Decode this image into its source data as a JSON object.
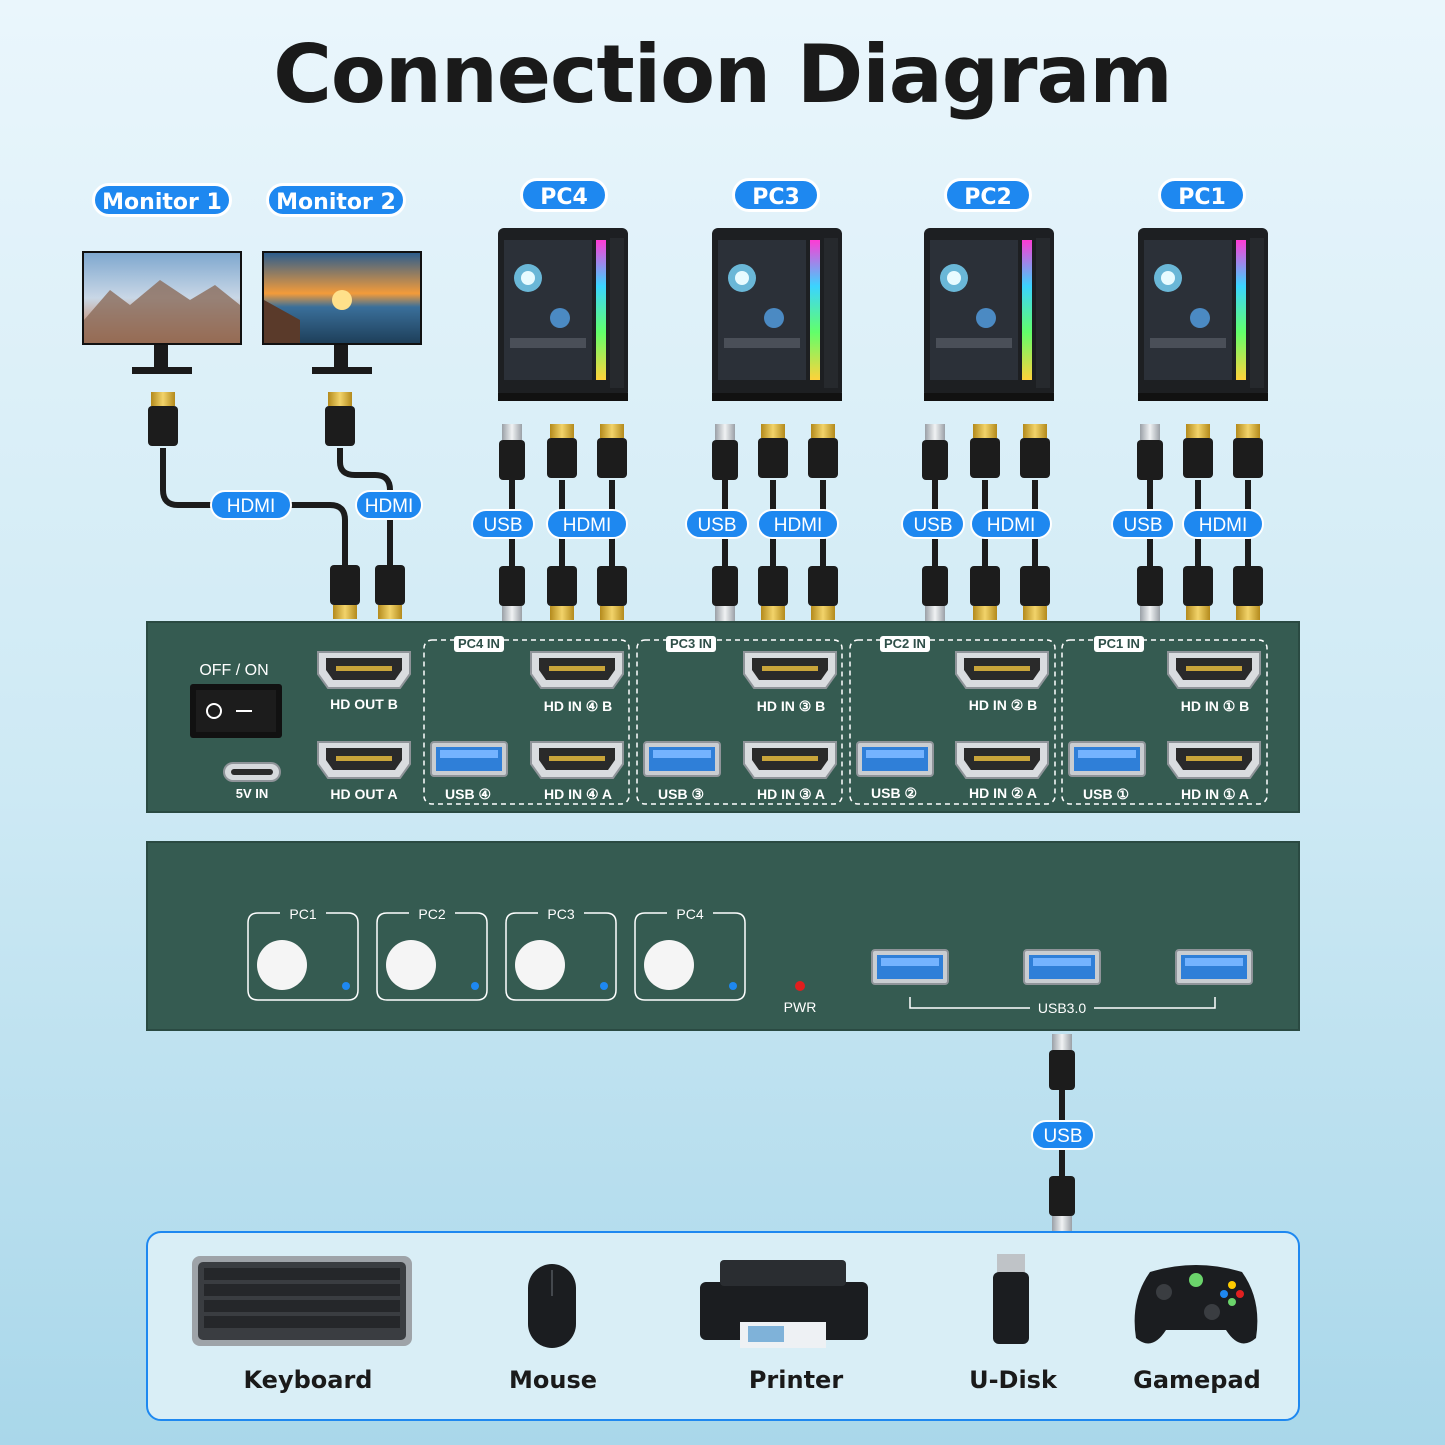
{
  "title": "Connection Diagram",
  "monitors": [
    {
      "label": "Monitor 1"
    },
    {
      "label": "Monitor 2"
    }
  ],
  "pcs": [
    {
      "label": "PC4"
    },
    {
      "label": "PC3"
    },
    {
      "label": "PC2"
    },
    {
      "label": "PC1"
    }
  ],
  "cables": {
    "hdmi": "HDMI",
    "usb": "USB"
  },
  "front_panel": {
    "power_label": "OFF / ON",
    "power_in": "5V IN",
    "hd_out_b": "HD OUT B",
    "hd_out_a": "HD OUT A",
    "groups": [
      {
        "title": "PC4 IN",
        "hd_b": "HD IN ④ B",
        "hd_a": "HD IN ④ A",
        "usb": "USB ④"
      },
      {
        "title": "PC3 IN",
        "hd_b": "HD IN ③ B",
        "hd_a": "HD IN ③ A",
        "usb": "USB ③"
      },
      {
        "title": "PC2 IN",
        "hd_b": "HD IN ② B",
        "hd_a": "HD IN ② A",
        "usb": "USB ②"
      },
      {
        "title": "PC1 IN",
        "hd_b": "HD IN ① B",
        "hd_a": "HD IN ① A",
        "usb": "USB ①"
      }
    ]
  },
  "back_panel": {
    "buttons": [
      "PC1",
      "PC2",
      "PC3",
      "PC4"
    ],
    "pwr": "PWR",
    "usb_label": "USB3.0"
  },
  "peripherals": [
    {
      "label": "Keyboard",
      "icon": "keyboard-icon"
    },
    {
      "label": "Mouse",
      "icon": "mouse-icon"
    },
    {
      "label": "Printer",
      "icon": "printer-icon"
    },
    {
      "label": "U-Disk",
      "icon": "usb-drive-icon"
    },
    {
      "label": "Gamepad",
      "icon": "gamepad-icon"
    }
  ],
  "colors": {
    "pill": "#1e88f0",
    "panel": "#355b51",
    "background_top": "#eaf6fc",
    "background_bottom": "#a9d7ea"
  }
}
